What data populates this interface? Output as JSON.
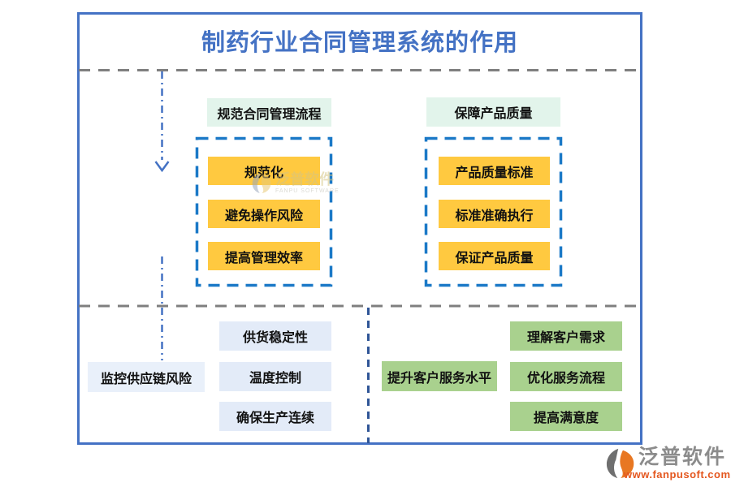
{
  "title": "制药行业合同管理系统的作用",
  "sections": {
    "top_left": {
      "header": "规范合同管理流程",
      "items": [
        "规范化",
        "避免操作风险",
        "提高管理效率"
      ]
    },
    "top_right": {
      "header": "保障产品质量",
      "items": [
        "产品质量标准",
        "标准准确执行",
        "保证产品质量"
      ]
    },
    "bottom_left": {
      "label": "监控供应链风险",
      "items": [
        "供货稳定性",
        "温度控制",
        "确保生产连续"
      ]
    },
    "bottom_right": {
      "label": "提升客户服务水平",
      "items": [
        "理解客户需求",
        "优化服务流程",
        "提高满意度"
      ]
    }
  },
  "watermark": {
    "text": "泛普软件",
    "subtext": "FANPU SOFTWARE"
  },
  "footer_logo": {
    "name": "泛普软件",
    "url": "www.fanpusoft.com"
  },
  "colors": {
    "title_blue": "#4472C4",
    "border_blue": "#4472C4",
    "dashed_box_blue": "#1B79C7",
    "divider_gray": "#7F7F7F",
    "divider_navy": "#2F5597",
    "node_yellow": "#FFC940",
    "header_mint": "#E2F4EB",
    "label_light_blue": "#E9F0FA",
    "item_light_blue": "#E3EBF8",
    "node_green": "#A9D18E",
    "logo_gray": "#8C8C8C",
    "logo_orange": "#E4571F"
  }
}
